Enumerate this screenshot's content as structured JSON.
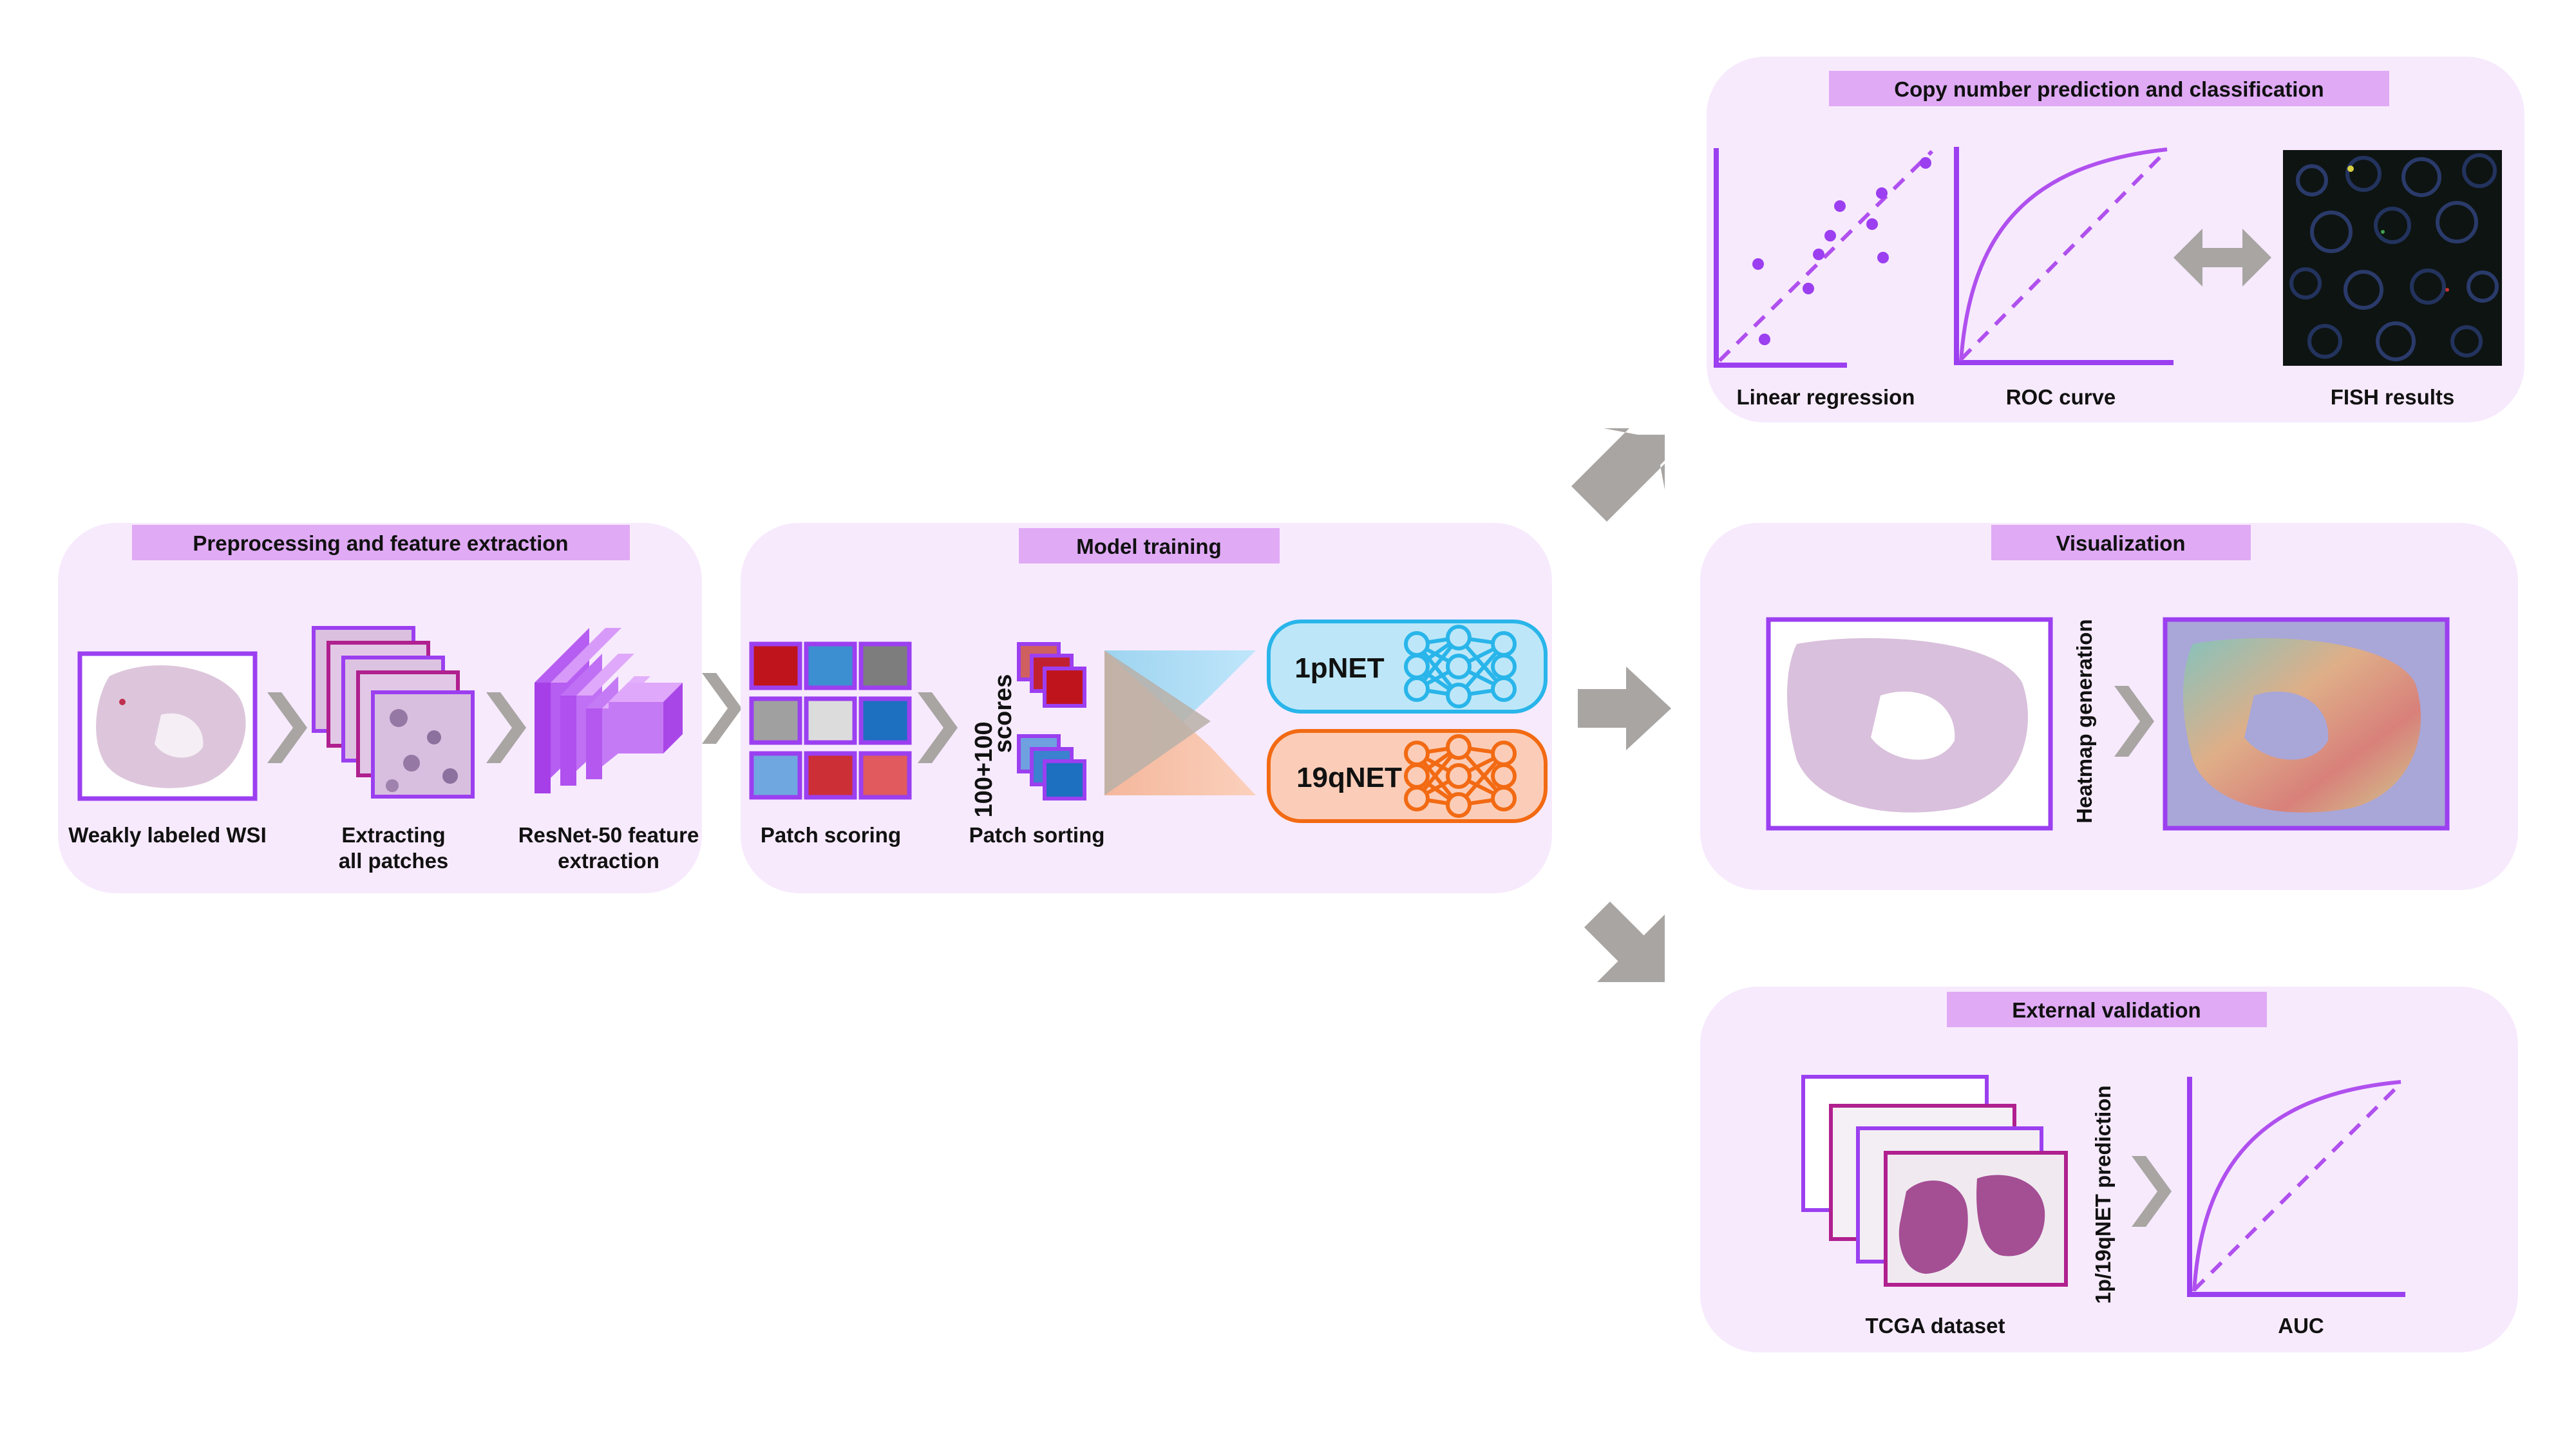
{
  "panels": {
    "preprocessing": {
      "title": "Preprocessing and feature extraction",
      "labels": {
        "wsi": "Weakly labeled WSI",
        "extract_1": "Extracting",
        "extract_2": "all patches",
        "resnet_1": "ResNet-50 feature",
        "resnet_2": "extraction"
      }
    },
    "model_training": {
      "title": "Model training",
      "labels": {
        "scoring": "Patch scoring",
        "sorting": "Patch sorting",
        "scores_1": "100+100",
        "scores_2": "scores"
      },
      "nets": [
        "1pNET",
        "19qNET"
      ]
    },
    "copy_number": {
      "title": "Copy number prediction and classification",
      "labels": {
        "linear": "Linear regression",
        "roc": "ROC curve",
        "fish": "FISH results"
      }
    },
    "visualization": {
      "title": "Visualization",
      "labels": {
        "heatmap": "Heatmap generation"
      }
    },
    "external": {
      "title": "External validation",
      "labels": {
        "tcga": "TCGA dataset",
        "prediction": "1p/19qNET prediction",
        "auc": "AUC"
      }
    }
  },
  "colors": {
    "panel_bg": "#f7eafd",
    "title_bar": "#e0aaf5",
    "purple": "#9b3ff0",
    "magenta": "#b0208f",
    "net1_fill": "#bde7f8",
    "net1_stroke": "#29b5ea",
    "net2_fill": "#fbcdb8",
    "net2_stroke": "#f26a13",
    "arrow_gray": "#a8a5a3"
  }
}
